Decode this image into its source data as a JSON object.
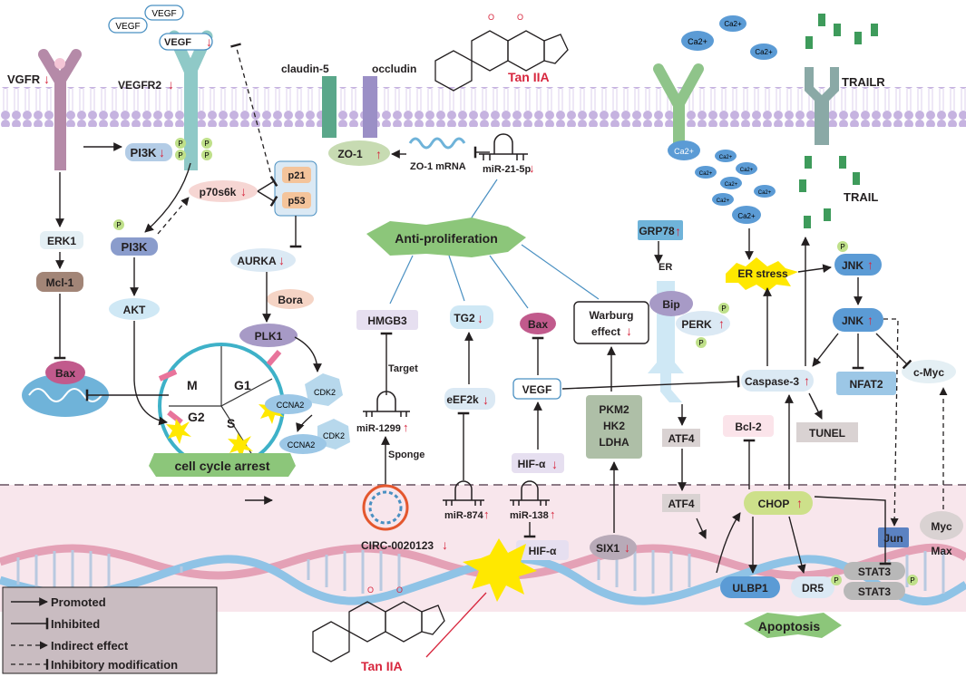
{
  "labels": {
    "vegf_a": "VEGF",
    "vegf_b": "VEGF",
    "vegf_c": "VEGF",
    "vegfr": "VGFR",
    "vegfr2": "VEGFR2",
    "claudin5": "claudin-5",
    "occludin": "occludin",
    "tan_top": "Tan IIA",
    "tan_bottom": "Tan IIA",
    "trailr": "TRAILR",
    "trail": "TRAIL",
    "ca1": "Ca2+",
    "ca2": "Ca2+",
    "ca3": "Ca2+",
    "ca_rec": "Ca2+",
    "ca5": "Ca2+",
    "ca6": "Ca2+",
    "ca7": "Ca2+",
    "ca8": "Ca2+",
    "ca9": "Ca2+",
    "ca10": "Ca2+",
    "ca11": "Ca2+",
    "pi3k_top": "PI3K",
    "pi3k_p": "PI3K",
    "p70s6k": "p70s6k",
    "p21": "p21",
    "p53": "p53",
    "zo1": "ZO-1",
    "zo1_mrna": "ZO-1 mRNA",
    "mir21": "miR-21-5p",
    "erk1": "ERK1",
    "mcl1": "Mcl-1",
    "akt": "AKT",
    "bax_left": "Bax",
    "aurka": "AURKA",
    "bora": "Bora",
    "plk1": "PLK1",
    "cdk2_a": "CDK2",
    "cdk2_b": "CDK2",
    "ccna2_a": "CCNA2",
    "ccna2_b": "CCNA2",
    "g1": "G1",
    "g2": "G2",
    "m": "M",
    "s": "S",
    "cell_cycle_arrest": "cell cycle arrest",
    "anti_prolif": "Anti-proliferation",
    "hmgb3": "HMGB3",
    "target": "Target",
    "mir1299": "miR-1299",
    "sponge": "Sponge",
    "circ": "CIRC-0020123",
    "tg2": "TG2",
    "eef2k": "eEF2k",
    "mir874": "miR-874",
    "bax_mid": "Bax",
    "vegf_mid": "VEGF",
    "hif_top": "HIF-α",
    "mir138": "miR-138",
    "hif_bottom": "HIF-α",
    "warburg_1": "Warburg",
    "warburg_2": "effect",
    "pkm2": "PKM2",
    "hk2": "HK2",
    "ldha": "LDHA",
    "six1": "SIX1",
    "grp78": "GRP78",
    "er": "ER",
    "bip": "Bip",
    "perk": "PERK",
    "atf4_top": "ATF4",
    "atf4_bottom": "ATF4",
    "er_stress": "ER stress",
    "jnk_top": "JNK",
    "jnk_mid": "JNK",
    "caspase3": "Caspase-3",
    "nfat2": "NFAT2",
    "cmyc": "c-Myc",
    "tunel": "TUNEL",
    "bcl2": "Bcl-2",
    "chop": "CHOP",
    "jun": "Jun",
    "myc": "Myc",
    "max": "Max",
    "ulbp1": "ULBP1",
    "dr5": "DR5",
    "stat3_a": "STAT3",
    "stat3_b": "STAT3",
    "apoptosis": "Apoptosis",
    "p": "P"
  },
  "legend": {
    "promoted": "Promoted",
    "inhibited": "Inhibited",
    "indirect": "Indirect effect",
    "inhib_mod": "Inhibitory modification"
  },
  "arrows": {
    "up": "↑",
    "down": "↓"
  },
  "colors": {
    "membrane_head": "#c6b3e0",
    "membrane_tail": "#e3d8f0",
    "nucleus": "#f8e6ec",
    "red": "#d7263d",
    "green_badge": "#bfe08a",
    "blue_node": "#5b9bd5"
  }
}
